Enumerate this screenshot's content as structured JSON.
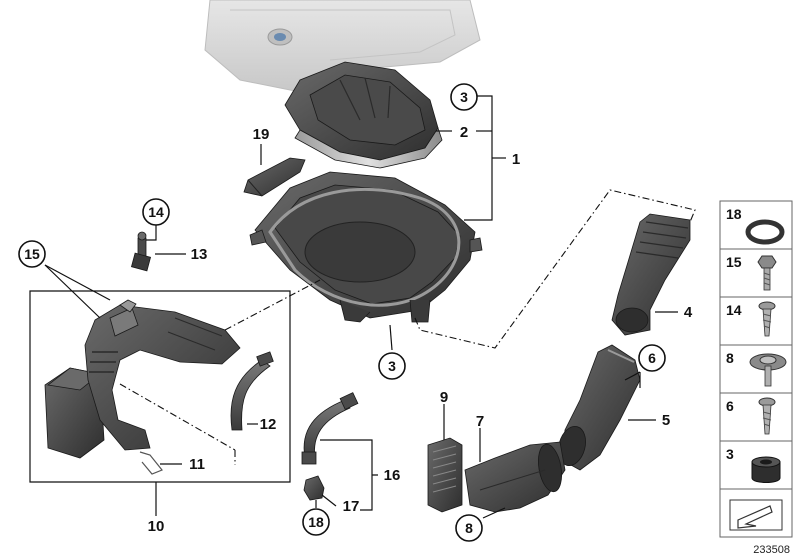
{
  "diagram": {
    "reference_number": "233508",
    "callouts": {
      "c1": "1",
      "c2": "2",
      "c3a": "3",
      "c3b": "3",
      "c4": "4",
      "c5": "5",
      "c6": "6",
      "c7": "7",
      "c8": "8",
      "c9": "9",
      "c10": "10",
      "c11": "11",
      "c12": "12",
      "c13": "13",
      "c14": "14",
      "c15": "15",
      "c16": "16",
      "c17": "17",
      "c18": "18",
      "c19": "19"
    },
    "legend": [
      {
        "label": "18",
        "icon": "o-ring-icon"
      },
      {
        "label": "15",
        "icon": "bolt-icon"
      },
      {
        "label": "14",
        "icon": "screw-icon"
      },
      {
        "label": "8",
        "icon": "washer-screw-icon"
      },
      {
        "label": "6",
        "icon": "screw-icon"
      },
      {
        "label": "3",
        "icon": "rubber-grommet-icon"
      },
      {
        "label": "",
        "icon": "arrow-sign-icon"
      }
    ],
    "colors": {
      "part_dark": "#3c3c3c",
      "part_mid": "#5a5a5a",
      "part_light": "#8a8a8a",
      "engine_cover": "#d9d9d9",
      "legend_border": "#666666"
    }
  }
}
